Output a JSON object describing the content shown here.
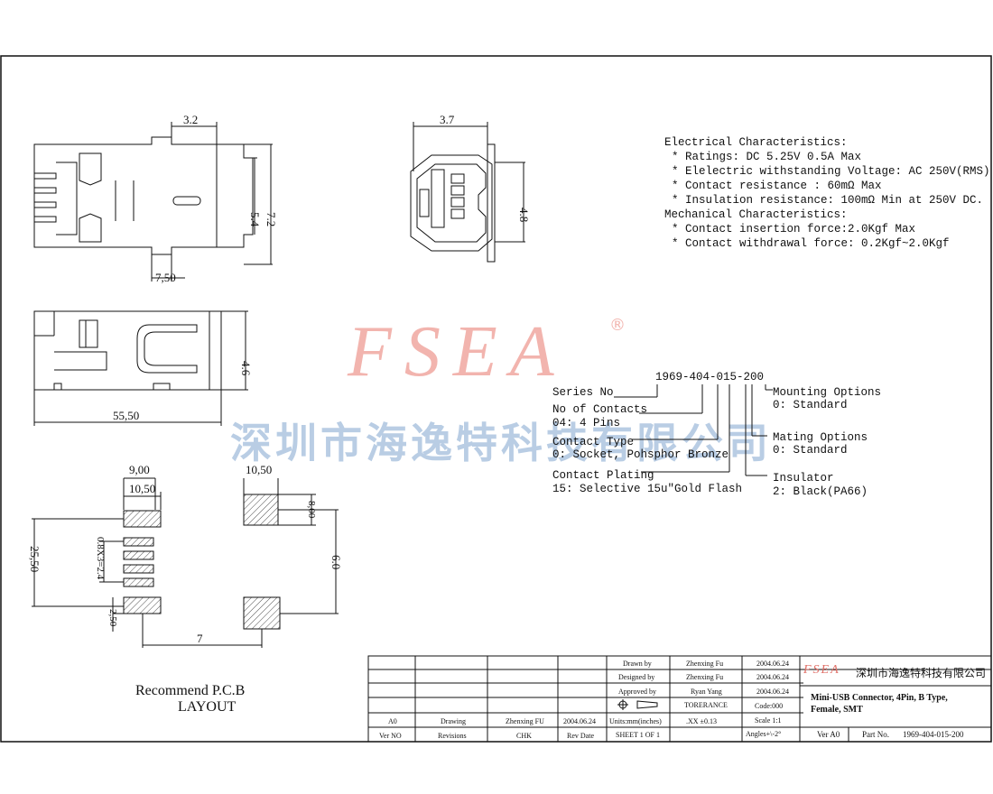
{
  "drawing": {
    "dims": {
      "top_width": "3.2",
      "top_height_inner": "5.4",
      "top_height_outer": "7.2",
      "top_pitch": "7,50",
      "front_width": "3.7",
      "front_height": "4.8",
      "side_height": "4.6",
      "side_length": "55,50",
      "pcb_w1": "9,00",
      "pcb_w2": "10,50",
      "pcb_w3": "10,50",
      "pcb_h_total": "25,50",
      "pcb_pitch": "0.8X3=2.4",
      "pcb_h_small": "2,50",
      "pcb_pad_h": "8,00",
      "pcb_span": "6.0",
      "pcb_spacing": "7"
    },
    "pcb_caption_line1": "Recommend P.C.B",
    "pcb_caption_line2": "LAYOUT"
  },
  "specs": {
    "electrical_title": "Electrical Characteristics:",
    "electrical": [
      "* Ratings: DC 5.25V 0.5A Max",
      "* Elelectric withstanding Voltage: AC 250V(RMS)",
      "* Contact resistance : 60mΩ Max",
      "* Insulation resistance: 100mΩ Min at 250V DC."
    ],
    "mechanical_title": "Mechanical Characteristics:",
    "mechanical": [
      "* Contact insertion force:2.0Kgf Max",
      "* Contact withdrawal force: 0.2Kgf~2.0Kgf"
    ]
  },
  "part_code": {
    "code": "1969-404-015-200",
    "series": "Series No",
    "contacts_label": "No of Contacts",
    "contacts_value": "04: 4 Pins",
    "type_label": "Contact Type",
    "type_value": "0: Socket, Pohsphor Bronze",
    "plating_label": "Contact Plating",
    "plating_value": "15: Selective 15u\"Gold Flash",
    "mounting_label": "Mounting Options",
    "mounting_value": "0: Standard",
    "mating_label": "Mating Options",
    "mating_value": "0: Standard",
    "insulator_label": "Insulator",
    "insulator_value": "2: Black(PA66)"
  },
  "branding": {
    "logo": "FSEA",
    "registered": "®",
    "watermark": "深圳市海逸特科技有限公司",
    "company_small": "深圳市海逸特科技有限公司",
    "logo_small": "FSEA",
    "logo_color": "#f2b4ae",
    "watermark_color": "#b9cde4"
  },
  "title_block": {
    "drawn_label": "Drawn by",
    "drawn_name": "Zhenxing Fu",
    "drawn_date": "2004.06.24",
    "designed_label": "Designed by",
    "designed_name": "Zhenxing Fu",
    "designed_date": "2004.06.24",
    "approved_label": "Approved by",
    "approved_name": "Ryan Yang",
    "approved_date": "2004.06.24",
    "tolerance_label": "TORERANCE",
    "tolerance_value": ".XX ±0.13",
    "code_label": "Code:000",
    "scale_label": "Scale 1:1",
    "angles_label": "Angles+\\-2°",
    "units_label": "Units:mm(inches)",
    "sheet_label": "SHEET 1 OF 1",
    "product_line1": "Mini-USB Connector, 4Pin, B Type,",
    "product_line2": "Female, SMT",
    "ver_label": "Ver A0",
    "part_no_label": "Part No.",
    "part_no_value": "1969-404-015-200",
    "rev_row": {
      "ver": "A0",
      "drawing": "Drawing",
      "name": "Zhenxing FU",
      "date": "2004.06.24"
    },
    "header_row": {
      "ver": "Ver NO",
      "revisions": "Revisions",
      "chk": "CHK",
      "rev_date": "Rev Date"
    }
  }
}
